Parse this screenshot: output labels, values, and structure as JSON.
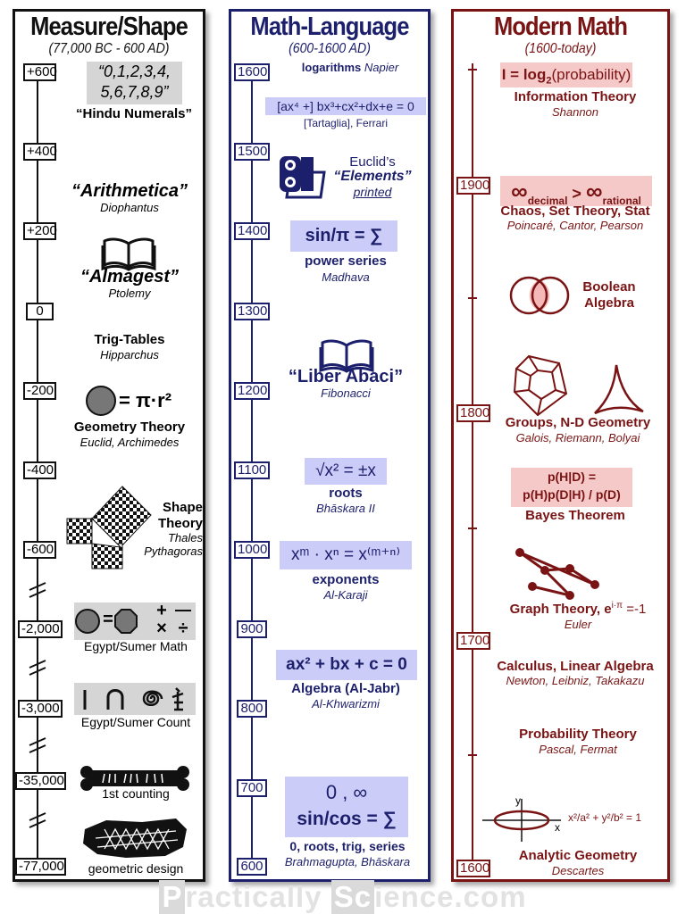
{
  "panels": {
    "left": {
      "title": "Measure/Shape",
      "subtitle": "(77,000 BC - 600 AD)",
      "years": [
        "+600",
        "+400",
        "+200",
        "0",
        "-200",
        "-400",
        "-600",
        "-2,000",
        "-3,000",
        "-35,000",
        "-77,000"
      ],
      "entries": {
        "numerals_line1": "“0,1,2,3,4,",
        "numerals_line2": "5,6,7,8,9”",
        "numerals_label": "“Hindu Numerals”",
        "arithmetica": "“Arithmetica”",
        "diophantus": "Diophantus",
        "almagest": "“Almagest”",
        "ptolemy": "Ptolemy",
        "trig_tables": "Trig-Tables",
        "hipparchus": "Hipparchus",
        "area_formula": "= π·r²",
        "geometry_theory": "Geometry Theory",
        "euclid_archimedes": "Euclid, Archimedes",
        "shape": "Shape",
        "theory": "Theory",
        "thales": "Thales",
        "pythagoras": "Pythagoras",
        "egypt_math": "Egypt/Sumer Math",
        "egypt_count": "Egypt/Sumer Count",
        "first_counting": "1st counting",
        "geometric_design": "geometric design",
        "ops_plus": "+",
        "ops_minus": "—",
        "ops_times": "×",
        "ops_div": "÷",
        "equals": "="
      }
    },
    "middle": {
      "title": "Math-Language",
      "subtitle": "(600-1600 AD)",
      "years": [
        "1600",
        "1500",
        "1400",
        "1300",
        "1200",
        "1100",
        "1000",
        "900",
        "800",
        "700",
        "600"
      ],
      "entries": {
        "logarithms": "logarithms",
        "napier": "Napier",
        "cubic": "[ax⁴ +] bx³+cx²+dx+e = 0",
        "tartaglia": "[Tartaglia], Ferrari",
        "euclids": "Euclid’s",
        "elements": "“Elements”",
        "printed": "printed",
        "sin_pi": "sin/π = ∑",
        "power_series": "power series",
        "madhava": "Madhava",
        "liber_abaci": "“Liber Abaci”",
        "fibonacci": "Fibonacci",
        "sqrt": "√x² = ±x",
        "roots": "roots",
        "bhaskara2": "Bhāskara II",
        "exponent_formula": "xᵐ · xⁿ = x⁽ᵐ⁺ⁿ⁾",
        "exponents": "exponents",
        "karaji": "Al-Karaji",
        "quadratic": "ax² + bx + c = 0",
        "algebra": "Algebra (Al-Jabr)",
        "khwarizmi": "Al-Khwarizmi",
        "zero_inf": "0 , ∞",
        "sincos": "sin/cos = ∑",
        "zero_roots": "0, roots, trig, series",
        "brahmagupta": "Brahmagupta, Bhāskara"
      }
    },
    "right": {
      "title": "Modern Math",
      "subtitle": "(1600-today)",
      "years": [
        "1900",
        "1800",
        "1700",
        "1600"
      ],
      "entries": {
        "info_formula_a": "I = log",
        "info_formula_sub": "2",
        "info_formula_b": "(probability)",
        "info_theory": "Information Theory",
        "shannon": "Shannon",
        "inf_a": "∞",
        "inf_a_sub": "decimal",
        "inf_gt": " > ",
        "inf_b": "∞",
        "inf_b_sub": "rational",
        "chaos": "Chaos, Set Theory, Stat",
        "poincare": "Poincaré, Cantor, Pearson",
        "boolean": "Boolean",
        "algebra": "Algebra",
        "groups": "Groups, N-D Geometry",
        "galois": "Galois, Riemann, Bolyai",
        "bayes_line1": "p(H|D) =",
        "bayes_line2": "p(H)p(D|H) / p(D)",
        "bayes": "Bayes Theorem",
        "graph_theory": "Graph Theory, e",
        "euler_exp": "i·π",
        "euler_tail": " =-1",
        "euler": "Euler",
        "calculus": "Calculus, Linear Algebra",
        "newton": "Newton, Leibniz, Takakazu",
        "probability": "Probability Theory",
        "pascal": "Pascal, Fermat",
        "ellipse": "x²/a² + y²/b² = 1",
        "axis_x": "x",
        "axis_y": "y",
        "analytic": "Analytic Geometry",
        "descartes": "Descartes"
      }
    }
  },
  "footer": {
    "p": "P",
    "ractically": "ractically",
    "sc": "Sc",
    "ience": "ience.com"
  },
  "colors": {
    "left": "#111111",
    "middle": "#1c1f6b",
    "right": "#7a1414",
    "highlight_gray": "#d5d5d5",
    "highlight_blue": "#ccccf8",
    "highlight_pink": "#f6c9c9"
  }
}
